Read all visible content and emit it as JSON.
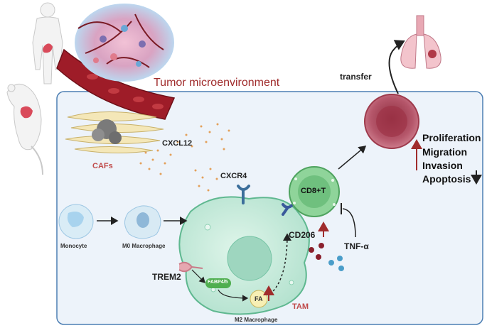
{
  "title": "Tumor microenvironment",
  "labels": {
    "transfer": "transfer",
    "cafs": "CAFs",
    "cxcl12": "CXCL12",
    "cxcr4": "CXCR4",
    "cd8t": "CD8+T",
    "cd206": "CD206",
    "tnf": "TNF-α",
    "monocyte": "Monocyte",
    "m0": "M0 Macrophage",
    "m2": "M2 Macrophage",
    "trem2": "TREM2",
    "fabp": "FABP4/5",
    "fa": "FA",
    "tam": "TAM"
  },
  "effects": {
    "proliferation": "Proliferation",
    "migration": "Migration",
    "invasion": "Invasion",
    "apoptosis": "Apoptosis"
  },
  "colors": {
    "panel_bg": "#edf3fa",
    "panel_border": "#4d7fb3",
    "title": "#a02c2c",
    "macrophage": "#c8ecdc",
    "cd8_cell": "#8fd49a",
    "tumor": "#b5566a",
    "up_arrow": "#a02c2c"
  }
}
